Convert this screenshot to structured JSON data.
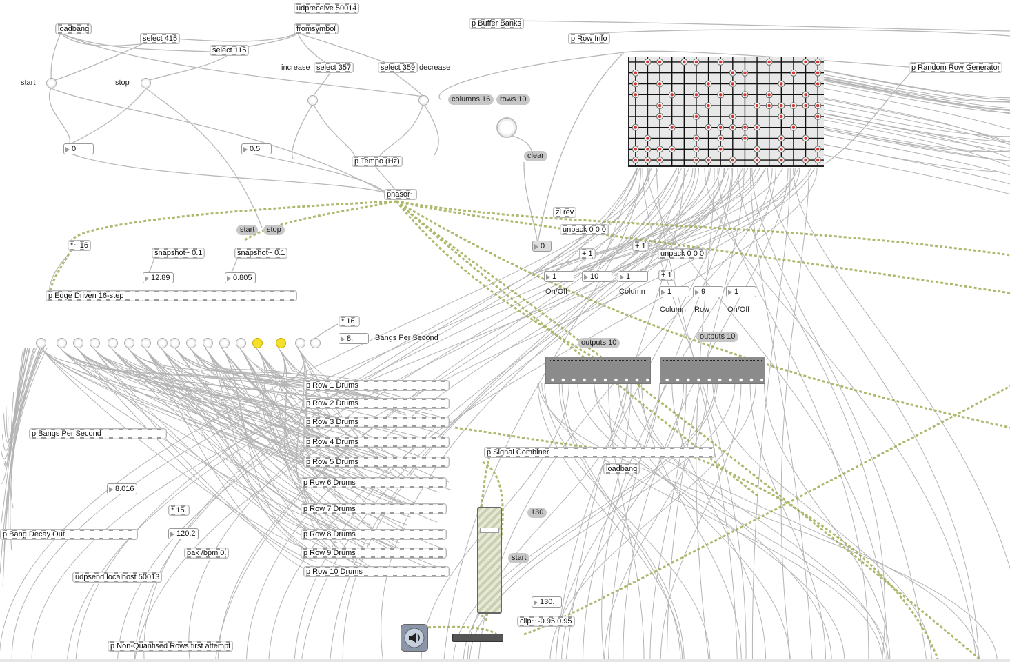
{
  "colors": {
    "patch_bg": "#ffffff",
    "cord_control": "#b4b4b4",
    "cord_signal": "#c8d46a",
    "toggle_on": "#f2e02b"
  },
  "objects": {
    "loadbang_top": "loadbang",
    "udpreceive": "udpreceive 50014",
    "fromsymbol": "fromsymbol",
    "select_415": "select 415",
    "select_115": "select 115",
    "select_357": "select 357",
    "select_359": "select 359",
    "buffer_banks": "p Buffer Banks",
    "row_info": "p Row Info",
    "random_row": "p Random Row Generator",
    "tempo": "p Tempo (Hz)",
    "phasor": "phasor~",
    "times16_sig": "*~ 16",
    "snapshot1": "snapshot~ 0.1",
    "snapshot2": "snapshot~ 0.1",
    "edge16": "p Edge Driven 16-step",
    "times16": "* 16.",
    "zl_rev": "zl rev",
    "unpack1": "unpack 0 0 0",
    "plus1_a": "+ 1",
    "plus1_b": "+ 1",
    "unpack2": "unpack 0 0 0",
    "plus1_c": "+ 1",
    "bangs_per_second": "p Bangs Per Second",
    "bang_decay_out": "p Bang Decay Out",
    "times15": "* 15.",
    "pak_bpm": "pak /bpm 0.",
    "udpsend": "udpsend localhost 50013",
    "signal_combiner": "p Signal Combiner",
    "loadbang_mid": "loadbang",
    "clip": "clip~ -0.95 0.95",
    "non_quantised": "p Non-Quantised Rows first attempt",
    "rows": [
      "p Row 1 Drums",
      "p Row 2 Drums",
      "p Row 3 Drums",
      "p Row 4 Drums",
      "p Row 5 Drums",
      "p Row 6 Drums",
      "p Row 7 Drums",
      "p Row 8 Drums",
      "p Row 9 Drums",
      "p Row 10 Drums"
    ]
  },
  "messages": {
    "columns": "columns 16",
    "rows": "rows 10",
    "clear": "clear",
    "start": "start",
    "stop": "stop",
    "outputs_a": "outputs 10",
    "outputs_b": "outputs 10",
    "gain_130": "130",
    "start2": "start"
  },
  "numbers": {
    "n0": "0",
    "n05": "0.5",
    "n1289": "12.89",
    "n0805": "0.805",
    "n8": "8.",
    "n8016": "8.016",
    "n1202": "120.2",
    "onoff_a": "1",
    "row_a": "10",
    "col_a": "1",
    "col_b": "1",
    "row_b": "9",
    "onoff_b": "1",
    "n130": "130.",
    "int_0": "0"
  },
  "comments": {
    "start": "start",
    "stop": "stop",
    "increase": "increase",
    "decrease": "decrease",
    "bps": "Bangs Per Second",
    "onoff_a": "On/Off",
    "column_a": "Column",
    "column_b": "Column",
    "row_b": "Row",
    "onoff_b": "On/Off"
  },
  "step_toggles": {
    "count": 17,
    "active_steps": [
      13,
      14
    ]
  },
  "matrix": {
    "columns": 16,
    "rows": 10,
    "on_cells": [
      [
        1,
        0
      ],
      [
        2,
        0
      ],
      [
        4,
        0
      ],
      [
        5,
        0
      ],
      [
        7,
        0
      ],
      [
        11,
        0
      ],
      [
        14,
        0
      ],
      [
        15,
        0
      ],
      [
        0,
        1
      ],
      [
        8,
        1
      ],
      [
        9,
        1
      ],
      [
        13,
        1
      ],
      [
        15,
        1
      ],
      [
        0,
        2
      ],
      [
        2,
        2
      ],
      [
        6,
        2
      ],
      [
        8,
        2
      ],
      [
        12,
        2
      ],
      [
        15,
        2
      ],
      [
        0,
        3
      ],
      [
        3,
        3
      ],
      [
        5,
        3
      ],
      [
        7,
        3
      ],
      [
        9,
        3
      ],
      [
        11,
        3
      ],
      [
        14,
        3
      ],
      [
        2,
        4
      ],
      [
        6,
        4
      ],
      [
        10,
        4
      ],
      [
        11,
        4
      ],
      [
        12,
        4
      ],
      [
        13,
        4
      ],
      [
        14,
        4
      ],
      [
        15,
        4
      ],
      [
        2,
        5
      ],
      [
        5,
        5
      ],
      [
        8,
        5
      ],
      [
        12,
        5
      ],
      [
        15,
        5
      ],
      [
        0,
        6
      ],
      [
        3,
        6
      ],
      [
        6,
        6
      ],
      [
        7,
        6
      ],
      [
        8,
        6
      ],
      [
        9,
        6
      ],
      [
        10,
        6
      ],
      [
        13,
        6
      ],
      [
        1,
        7
      ],
      [
        5,
        7
      ],
      [
        7,
        7
      ],
      [
        9,
        7
      ],
      [
        12,
        7
      ],
      [
        14,
        7
      ],
      [
        0,
        8
      ],
      [
        1,
        8
      ],
      [
        2,
        8
      ],
      [
        3,
        8
      ],
      [
        5,
        8
      ],
      [
        7,
        8
      ],
      [
        10,
        8
      ],
      [
        12,
        8
      ],
      [
        15,
        8
      ],
      [
        0,
        9
      ],
      [
        1,
        9
      ],
      [
        2,
        9
      ],
      [
        5,
        9
      ],
      [
        6,
        9
      ],
      [
        8,
        9
      ],
      [
        10,
        9
      ],
      [
        12,
        9
      ],
      [
        14,
        9
      ],
      [
        15,
        9
      ]
    ]
  }
}
